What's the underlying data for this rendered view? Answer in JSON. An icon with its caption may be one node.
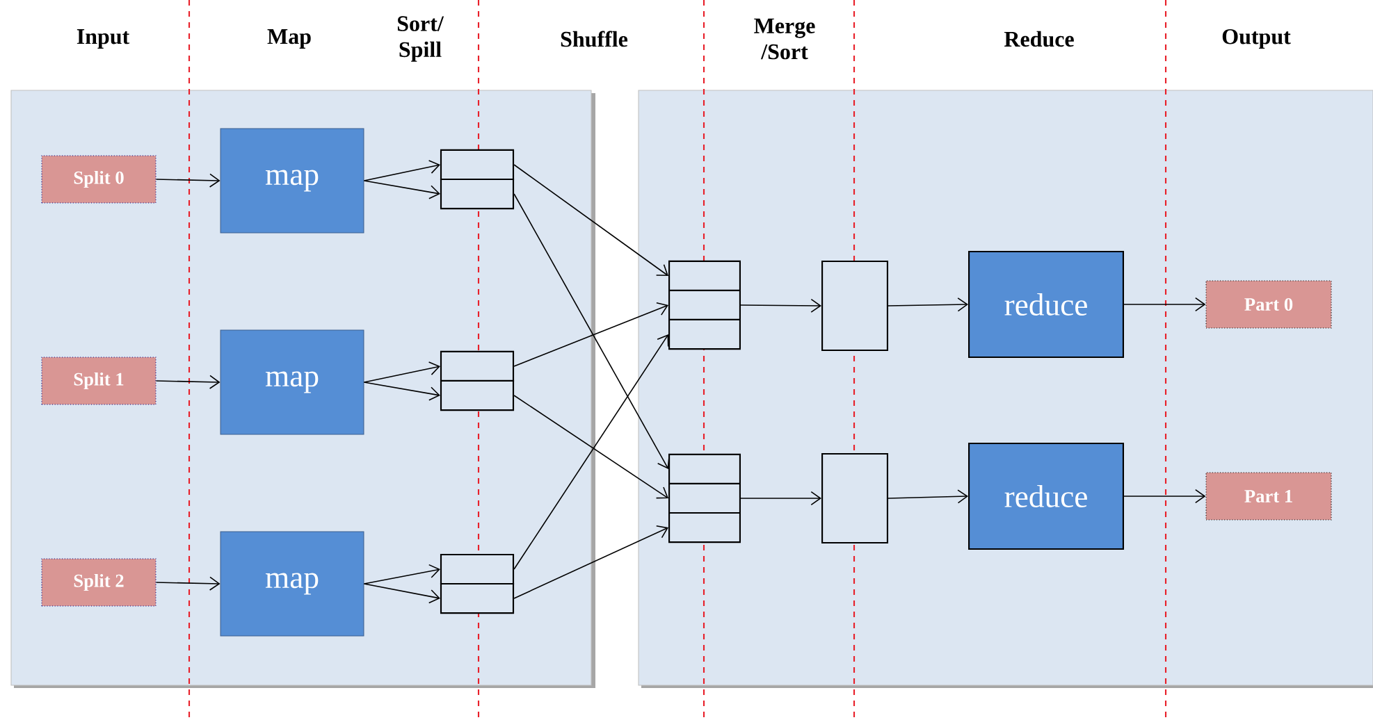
{
  "diagram": {
    "nodes": [
      {
        "text": [
          "Split 0"
        ]
      },
      {
        "text": [
          "Split 1"
        ]
      },
      {
        "text": [
          "Split 2"
        ]
      },
      {
        "text": [
          "map"
        ]
      },
      {
        "text": [
          "map"
        ]
      },
      {
        "text": [
          "map"
        ]
      },
      {
        "text": [],
        "shape": "box"
      },
      {
        "text": [],
        "shape": "box"
      },
      {
        "text": [],
        "shape": "box"
      },
      {
        "text": [],
        "shape": "box"
      },
      {
        "text": [],
        "shape": "box"
      },
      {
        "text": [],
        "shape": "box"
      },
      {
        "text": [],
        "shape": "box"
      },
      {
        "text": [],
        "shape": "box"
      },
      {
        "text": [],
        "shape": "box"
      },
      {
        "text": [],
        "shape": "box"
      },
      {
        "text": [],
        "shape": "box"
      },
      {
        "text": [],
        "shape": "box"
      },
      {
        "text": [],
        "shape": "box"
      },
      {
        "text": [],
        "shape": "box"
      },
      {
        "text": [
          "reduce"
        ]
      },
      {
        "text": [
          "reduce"
        ]
      },
      {
        "text": [
          "Part 0"
        ]
      },
      {
        "text": [
          "Part 1"
        ]
      }
    ],
    "edges": [
      {
        "from": 0,
        "to": 3,
        "arrow": "to"
      },
      {
        "from": 1,
        "to": 4,
        "arrow": "to"
      },
      {
        "from": 2,
        "to": 5,
        "arrow": "to"
      },
      {
        "from": 3,
        "to": 6,
        "arrow": "to"
      },
      {
        "from": 3,
        "to": 7,
        "arrow": "to"
      },
      {
        "from": 4,
        "to": 8,
        "arrow": "to"
      },
      {
        "from": 4,
        "to": 9,
        "arrow": "to"
      },
      {
        "from": 5,
        "to": 10,
        "arrow": "to"
      },
      {
        "from": 5,
        "to": 11,
        "arrow": "to"
      },
      {
        "from": 6,
        "to": 12,
        "arrow": "to"
      },
      {
        "from": 7,
        "to": 15,
        "arrow": "to"
      },
      {
        "from": 8,
        "to": 13,
        "arrow": "to"
      },
      {
        "from": 9,
        "to": 16,
        "arrow": "to"
      },
      {
        "from": 10,
        "to": 14,
        "arrow": "to"
      },
      {
        "from": 11,
        "to": 17,
        "arrow": "to"
      },
      {
        "from": 13,
        "to": 18,
        "arrow": "to"
      },
      {
        "from": 16,
        "to": 19,
        "arrow": "to"
      },
      {
        "from": 18,
        "to": 20,
        "arrow": "to"
      },
      {
        "from": 19,
        "to": 21,
        "arrow": "to"
      },
      {
        "from": 20,
        "to": 22,
        "arrow": "to"
      },
      {
        "from": 21,
        "to": 23,
        "arrow": "to"
      }
    ],
    "labels": [
      "Input",
      "Map",
      "Sort/ Spill",
      "Shuffle",
      "Merge /Sort",
      "Reduce",
      "Output"
    ]
  }
}
